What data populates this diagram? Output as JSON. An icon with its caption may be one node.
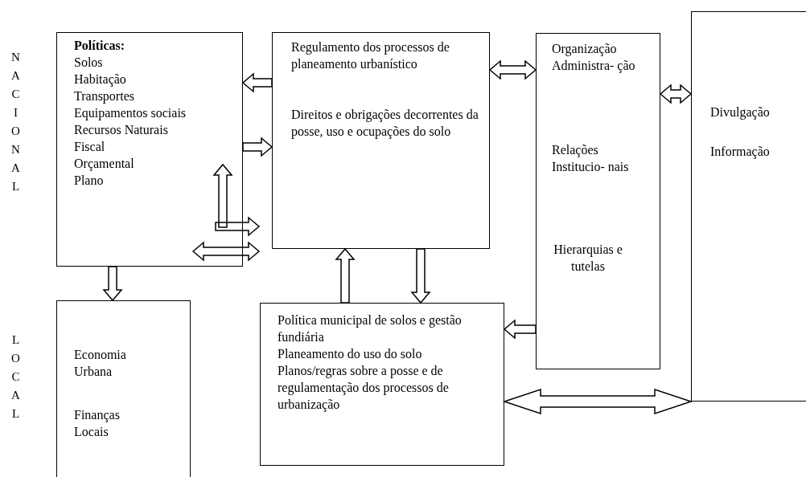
{
  "diagram": {
    "nodes": [
      {
        "text": [
          "Políticas:",
          "Solos",
          "Habitação",
          "Transportes",
          "Equipamentos sociais",
          "Recursos Naturais",
          "Fiscal",
          "Orçamental",
          "Plano"
        ]
      },
      {
        "text": [
          "Regulamento dos processos de planeamento urbanístico",
          "Direitos e obrigações decorrentes da posse, uso e ocupações do solo"
        ]
      },
      {
        "text": [
          "Organização Administra- ção",
          "Relações Institucio- nais",
          "Hierarquias e tutelas"
        ]
      },
      {
        "text": [
          "Divulgação",
          "Informação"
        ]
      },
      {
        "text": [
          "Economia Urbana",
          "Finanças Locais"
        ]
      },
      {
        "text": [
          "Política municipal de solos e gestão fundiária",
          "Planeamento do uso do solo",
          "Planos/regras sobre a posse e de regulamentação dos processos de urbanização"
        ]
      }
    ],
    "edges": [
      {
        "from": 1,
        "to": 0,
        "arrow": "to"
      },
      {
        "from": 0,
        "to": 1,
        "arrow": "to"
      },
      {
        "from": 1,
        "to": 2,
        "arrow": "both"
      },
      {
        "from": 2,
        "to": 3,
        "arrow": "both"
      },
      {
        "from": 0,
        "to": 4,
        "arrow": "to"
      },
      {
        "from": 5,
        "to": 1,
        "arrow": "to"
      },
      {
        "from": 1,
        "to": 5,
        "arrow": "to"
      },
      {
        "from": 2,
        "to": 5,
        "arrow": "to"
      },
      {
        "from": 5,
        "to": 3,
        "arrow": "both"
      },
      {
        "from": null,
        "to": 1,
        "arrow": "both"
      },
      {
        "from": 0,
        "to": 1,
        "arrow": "both"
      }
    ],
    "labels": [
      "NACIONAL",
      "LOCAL"
    ]
  }
}
